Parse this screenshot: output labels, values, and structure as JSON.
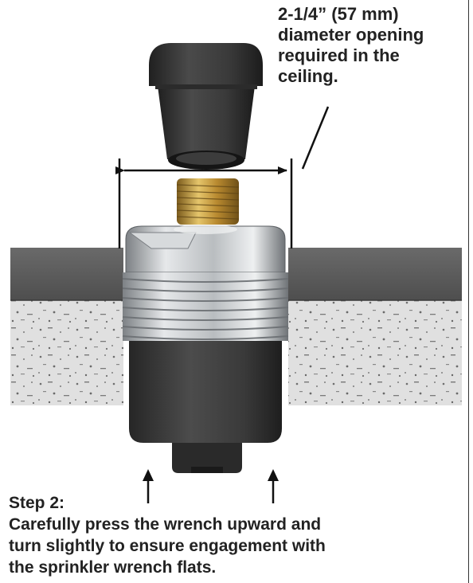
{
  "callout": {
    "lines": [
      "2-1/4” (57 mm)",
      "diameter opening",
      "required in the",
      "ceiling."
    ]
  },
  "step": {
    "heading": "Step 2:",
    "lines": [
      "Carefully press the wrench upward and",
      "turn slightly to ensure engagement with",
      "the sprinkler wrench flats."
    ]
  },
  "colors": {
    "text": "#222222",
    "ceiling_top": "#5a5a5a",
    "ceiling_speckle_bg": "#e2e2e2",
    "wrench": "#333333",
    "brass": "#c49a3c",
    "steel": "#cfd2d4"
  },
  "icons": [
    "dimension-arrow",
    "upward-arrow"
  ]
}
